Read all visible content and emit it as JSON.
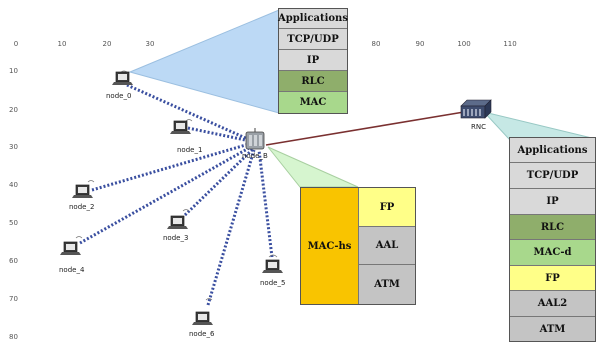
{
  "axes": {
    "x_ticks": [
      "0",
      "10",
      "20",
      "30",
      "80",
      "90",
      "100",
      "110"
    ],
    "y_ticks": [
      "10",
      "20",
      "30",
      "40",
      "50",
      "60",
      "70",
      "80"
    ]
  },
  "nodes": {
    "node_0": "node_0",
    "node_1": "node_1",
    "node_2": "node_2",
    "node_3": "node_3",
    "node_4": "node_4",
    "node_5": "node_5",
    "node_6": "node_6",
    "node_b": "node_B",
    "rnc": "RNC"
  },
  "ue_stack": [
    "Applications",
    "TCP/UDP",
    "IP",
    "RLC",
    "MAC"
  ],
  "nodeb_stack": {
    "mac_hs": "MAC-hs",
    "right": [
      "FP",
      "AAL",
      "ATM"
    ]
  },
  "rnc_stack": [
    "Applications",
    "TCP/UDP",
    "IP",
    "RLC",
    "MAC-d",
    "FP",
    "AAL2",
    "ATM"
  ],
  "colors": {
    "plain_layer": "#d9d9d9",
    "rlc_layer": "#8fae6b",
    "mac_layer": "#a8d88c",
    "fp_layer": "#ffff88",
    "atm_layer": "#c4c4c4",
    "mac_hs_layer": "#f9c400",
    "ue_beam": "#bcd9f5",
    "nodeb_beam": "#d6f5cf",
    "rnc_beam": "#c6e8e5",
    "wireless_link": "#3a4fa0",
    "wired_link": "#7a3030"
  }
}
